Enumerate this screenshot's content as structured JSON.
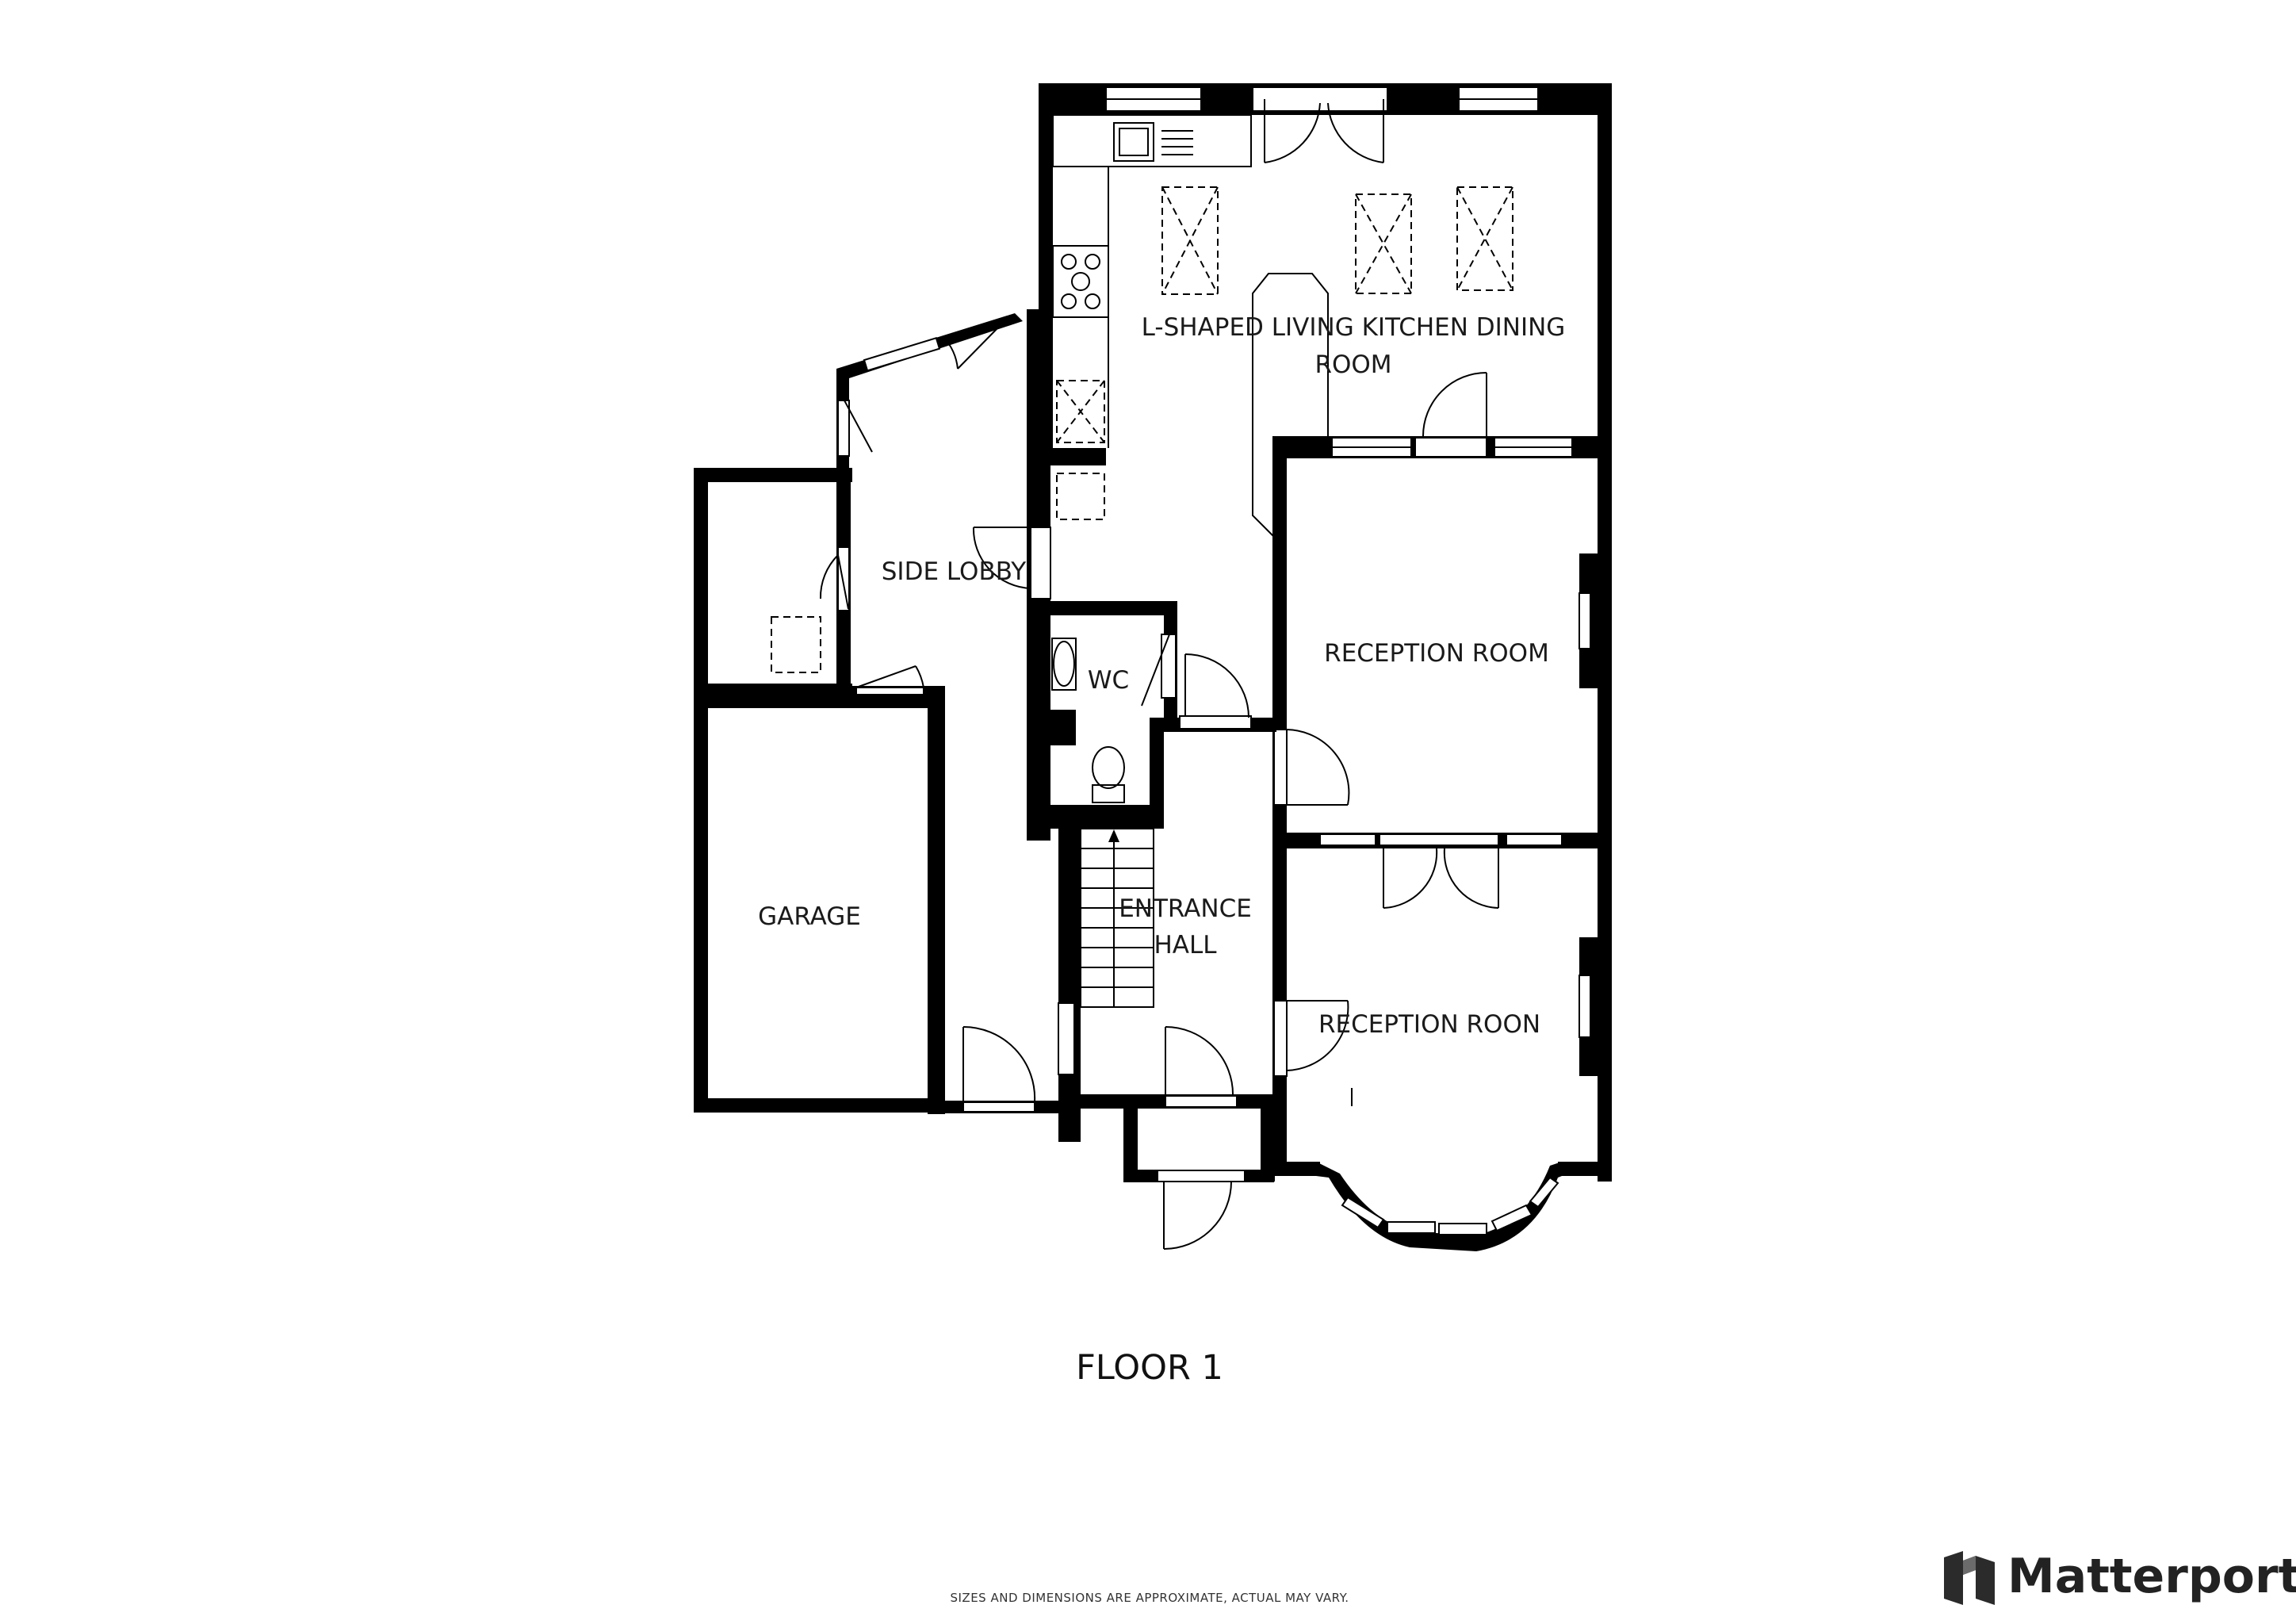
{
  "rooms": {
    "kitchen_line1": "L-SHAPED LIVING KITCHEN DINING",
    "kitchen_line2": "ROOM",
    "side_lobby": "SIDE LOBBY",
    "wc": "WC",
    "reception_room": "RECEPTION ROOM",
    "reception_roon": "RECEPTION ROON",
    "entrance_line1": "ENTRANCE",
    "entrance_line2": "HALL",
    "garage": "GARAGE"
  },
  "floor_title": "FLOOR 1",
  "disclaimer": "SIZES AND DIMENSIONS ARE APPROXIMATE, ACTUAL MAY VARY.",
  "brand": {
    "name": "Matterport",
    "logo_icon": "matterport-logo-icon"
  },
  "colors": {
    "wall": "#000000",
    "background": "#ffffff",
    "brand_text": "#222222"
  }
}
